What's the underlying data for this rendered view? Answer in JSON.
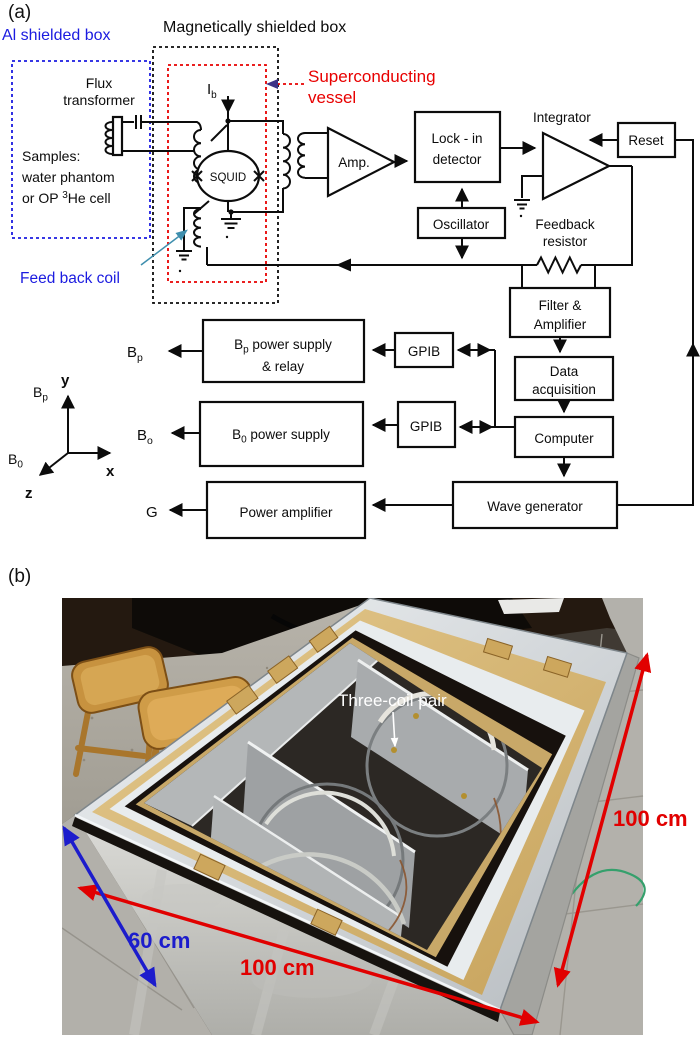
{
  "colors": {
    "accent_blue": "#1b1be0",
    "accent_red": "#e80000",
    "teal_arrow": "#3f8fae",
    "photo_red": "#e10000",
    "photo_blue": "#1c1ccc",
    "photo_white": "#ffffff"
  },
  "panel_a": {
    "label": "(a)",
    "title_magnetic": "Magnetically shielded box",
    "title_al": "Al shielded box",
    "superconducting_line1": "Superconducting",
    "superconducting_line2": "vessel",
    "feed_back_coil": "Feed back coil",
    "flux_line1": "Flux",
    "flux_line2": "transformer",
    "samples_line1": "Samples:",
    "samples_line2": "water phantom",
    "samples_line3_pre": "or OP ",
    "samples_line3_sup": "3",
    "samples_line3_post": "He cell",
    "ib_main": "I",
    "ib_sub": "b",
    "squid": "SQUID",
    "amp": "Amp.",
    "lockin_line1": "Lock - in",
    "lockin_line2": "detector",
    "integrator": "Integrator",
    "reset": "Reset",
    "oscillator": "Oscillator",
    "feedback_res_line1": "Feedback",
    "feedback_res_line2": "resistor",
    "filter_line1": "Filter &",
    "filter_line2": "Amplifier",
    "daq_line1": "Data",
    "daq_line2": "acquisition",
    "computer": "Computer",
    "wave_generator": "Wave generator",
    "gpib_top": "GPIB",
    "gpib_bottom": "GPIB",
    "power_amplifier": "Power amplifier",
    "bp_box_main": "B",
    "bp_box_sub": "p",
    "bp_box_rest": " power supply",
    "bp_box_line2": "& relay",
    "b0_box_main": "B",
    "b0_box_sub": "0",
    "b0_box_rest": " power supply",
    "out_bp_main": "B",
    "out_bp_sub": "p",
    "out_bo_main": "B",
    "out_bo_sub": "o",
    "out_g": "G",
    "axis_x": "x",
    "axis_y": "y",
    "axis_z": "z",
    "axis_bp_main": "B",
    "axis_bp_sub": "p",
    "axis_b0_main": "B",
    "axis_b0_sub": "0"
  },
  "panel_b": {
    "label": "(b)",
    "coil_label": "Three-coil pair",
    "dim_right": "100 cm",
    "dim_bottom": "100 cm",
    "dim_left": "60 cm"
  }
}
